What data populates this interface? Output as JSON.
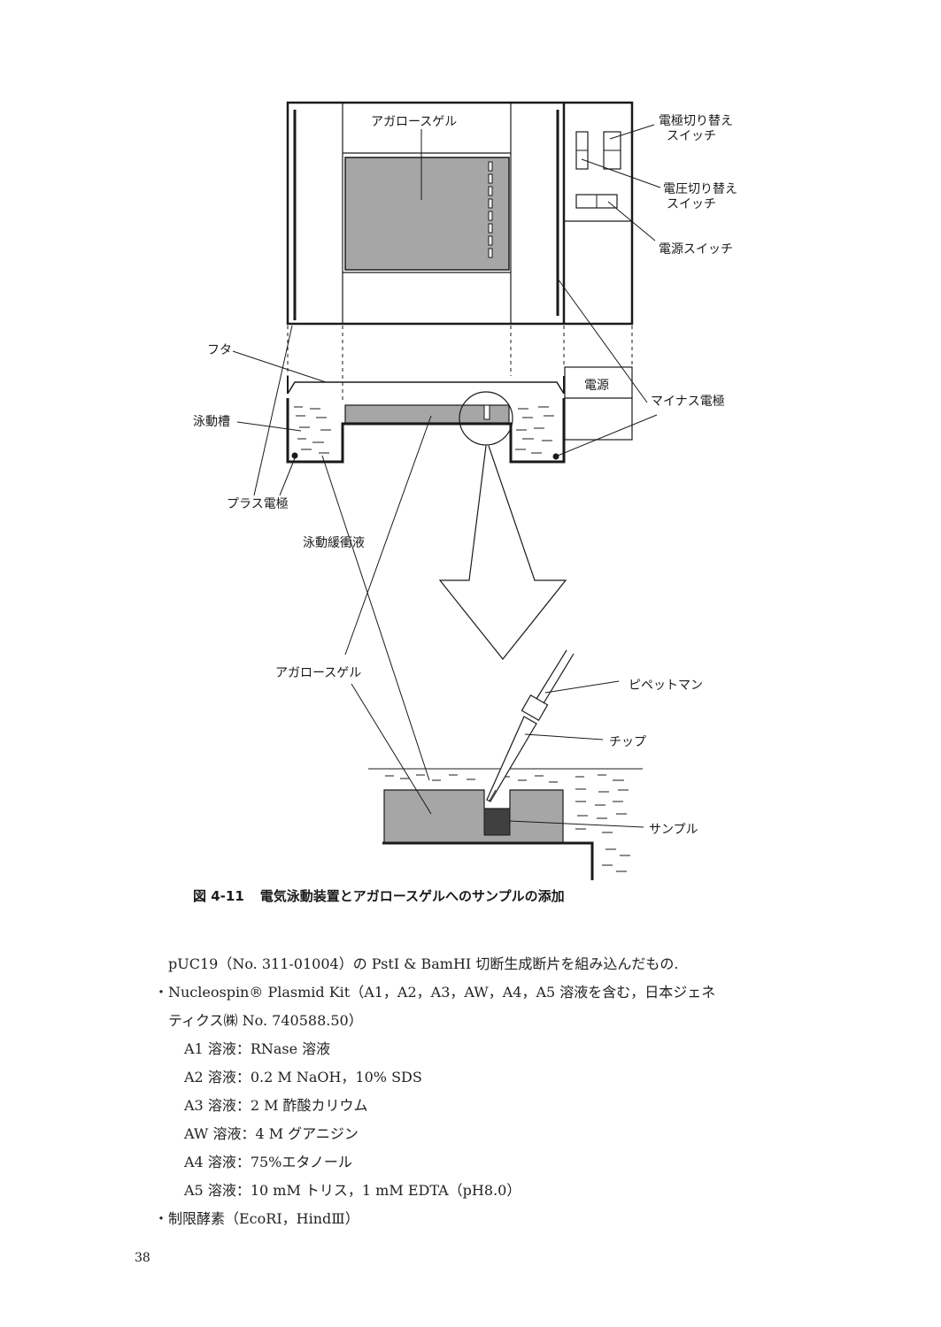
{
  "figure": {
    "labels": {
      "agarose_gel_top": "アガロースゲル",
      "electrode_switch_1": "電極切り替え",
      "electrode_switch_2": "スイッチ",
      "voltage_switch_1": "電圧切り替え",
      "voltage_switch_2": "スイッチ",
      "power_switch": "電源スイッチ",
      "lid": "フタ",
      "power_supply": "電源",
      "minus_electrode": "マイナス電極",
      "tank": "泳動槽",
      "plus_electrode": "プラス電極",
      "buffer": "泳動緩衝液",
      "agarose_gel_bottom": "アガロースゲル",
      "pipetman": "ピペットマン",
      "tip": "チップ",
      "sample": "サンプル"
    },
    "caption": {
      "number": "図 4-11",
      "title": "電気泳動装置とアガロースゲルへのサンプルの添加"
    }
  },
  "text": {
    "line1": "pUC19（No. 311-01004）の PstI & BamHI 切断生成断片を組み込んだもの.",
    "line2": "・Nucleospin® Plasmid Kit（A1，A2，A3，AW，A4，A5 溶液を含む，日本ジェネ",
    "line3": "ティクス㈱ No. 740588.50）",
    "line4": "A1 溶液：RNase 溶液",
    "line5": "A2 溶液：0.2 M NaOH，10% SDS",
    "line6": "A3 溶液：2 M 酢酸カリウム",
    "line7": "AW 溶液：4 M グアニジン",
    "line8": "A4 溶液：75%エタノール",
    "line9": "A5 溶液：10 mM トリス，1 mM EDTA（pH8.0）",
    "line10": "・制限酵素（EcoRⅠ，HindⅢ）"
  },
  "page_number": "38"
}
